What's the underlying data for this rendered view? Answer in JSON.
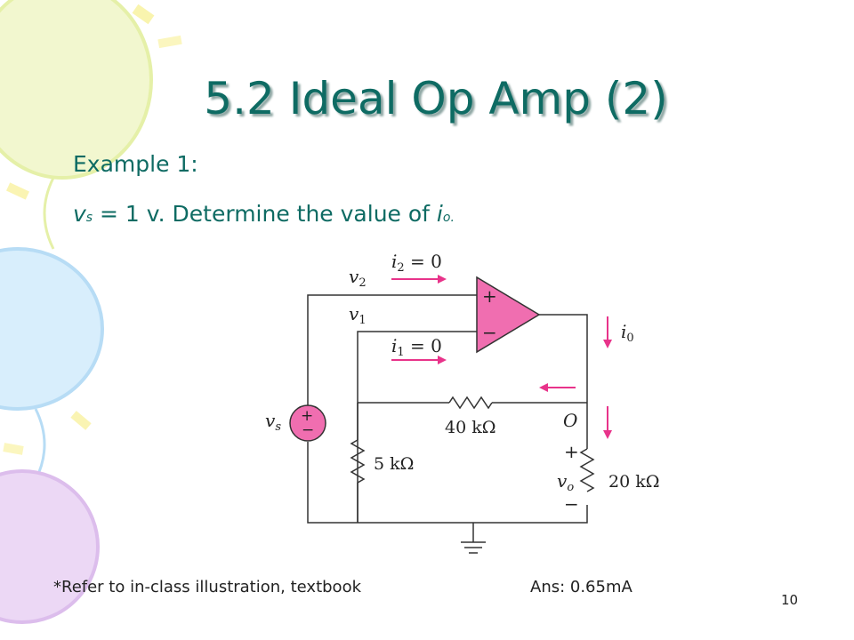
{
  "title": "5.2 Ideal Op Amp (2)",
  "example_label": "Example 1:",
  "problem": {
    "var_main": "v",
    "var_sub": "s",
    "text_mid": " = 1 v. Determine the value of ",
    "out_main": "i",
    "out_sub": "o."
  },
  "circuit": {
    "label_v2": "v",
    "label_v2_sub": "2",
    "label_v1": "v",
    "label_v1_sub": "1",
    "label_i2": "i",
    "label_i2_sub": "2",
    "label_i2_eq": " = 0",
    "label_i1": "i",
    "label_i1_sub": "1",
    "label_i1_eq": " = 0",
    "label_i0": "i",
    "label_i0_sub": "0",
    "label_vs": "v",
    "label_vs_sub": "s",
    "label_40k": "40 kΩ",
    "label_5k": "5 kΩ",
    "label_20k": "20 kΩ",
    "label_node_o": "O",
    "label_vo": "v",
    "label_vo_sub": "o",
    "plus_sign": "+",
    "minus_sign": "−"
  },
  "footnote": "*Refer to in-class illustration, textbook",
  "answer": "Ans: 0.65mA",
  "page_number": "10",
  "colors": {
    "title": "#0e6b63",
    "opamp": "#f06eb0",
    "arrow": "#e8338a",
    "wire": "#333333"
  }
}
